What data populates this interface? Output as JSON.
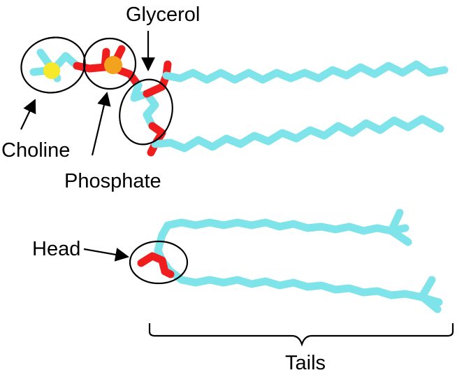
{
  "labels": {
    "glycerol": "Glycerol",
    "choline": "Choline",
    "phosphate": "Phosphate",
    "head": "Head",
    "tails": "Tails"
  },
  "colors": {
    "carbon": "#7fe3ea",
    "oxygen": "#ef1d1d",
    "phosphorus": "#f2a21c",
    "nitrogen": "#f6e82a",
    "outline": "#000000",
    "background": "#ffffff"
  }
}
